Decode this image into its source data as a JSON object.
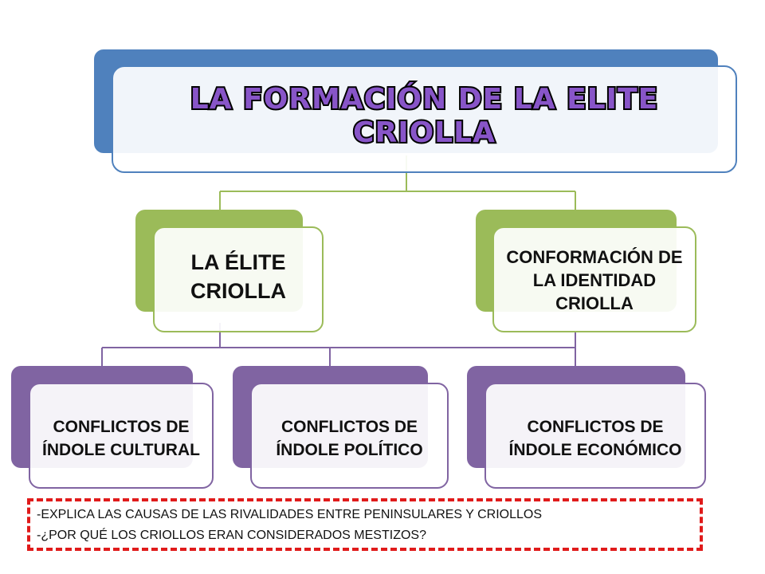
{
  "title": "LA FORMACIÓN DE LA ELITE CRIOLLA",
  "level1": [
    {
      "label": "LA ÉLITE CRIOLLA"
    },
    {
      "label": "CONFORMACIÓN DE LA IDENTIDAD CRIOLLA"
    }
  ],
  "level2": [
    {
      "label": "CONFLICTOS DE ÍNDOLE CULTURAL"
    },
    {
      "label": "CONFLICTOS DE ÍNDOLE POLÍTICO"
    },
    {
      "label": "CONFLICTOS DE ÍNDOLE ECONÓMICO"
    }
  ],
  "questions": [
    "-EXPLICA LAS CAUSAS DE LAS RIVALIDADES ENTRE PENINSULARES Y CRIOLLOS",
    "-¿POR QUÉ LOS CRIOLLOS ERAN CONSIDERADOS MESTIZOS?"
  ],
  "colors": {
    "title_back": "#4f81bd",
    "title_border": "#4f81bd",
    "green": "#9bbb59",
    "purple": "#8064a2",
    "title_text": "#8855c8",
    "dash": "#e01b1b"
  }
}
